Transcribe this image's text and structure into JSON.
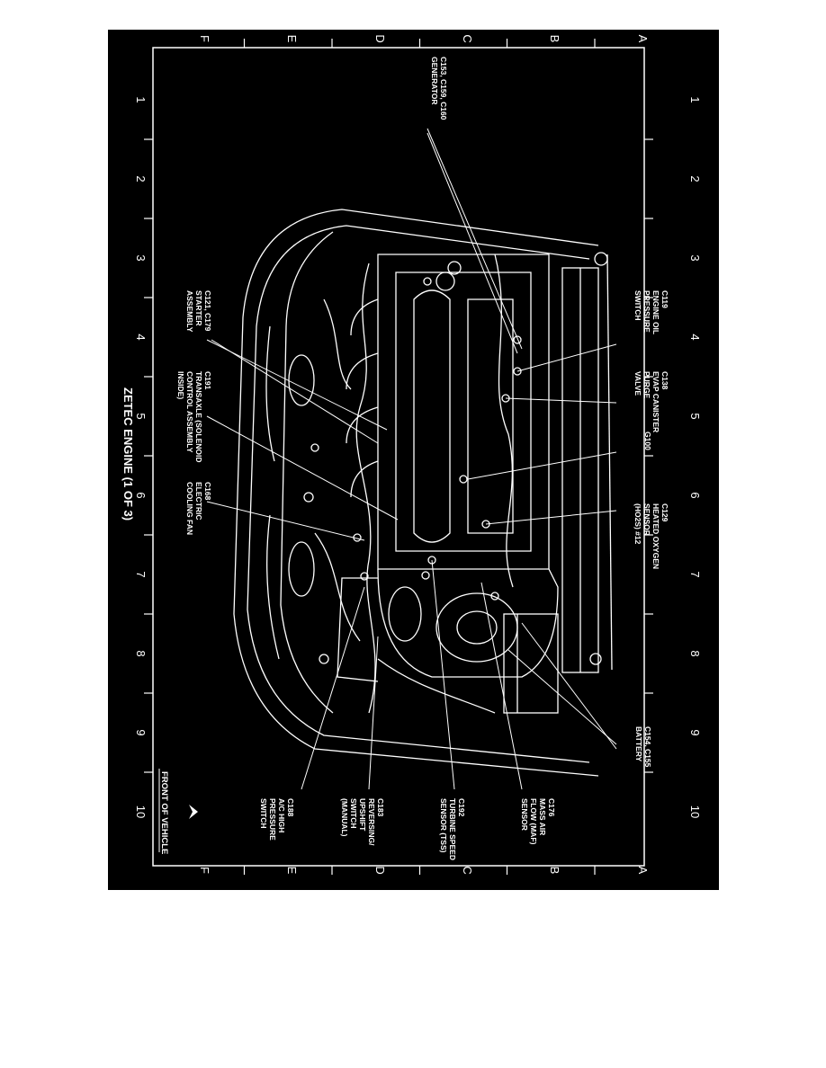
{
  "title": "ZETEC ENGINE (1 OF 3)",
  "front_label": "FRONT OF VEHICLE",
  "grid": {
    "numbers": [
      "1",
      "2",
      "3",
      "4",
      "5",
      "6",
      "7",
      "8",
      "9",
      "10"
    ],
    "letters": [
      "A",
      "B",
      "C",
      "D",
      "E",
      "F"
    ]
  },
  "components": [
    {
      "id": "generator",
      "lines": [
        "C153, C159, C160",
        "GENERATOR"
      ]
    },
    {
      "id": "oil-pressure",
      "lines": [
        "C119",
        "ENGINE OIL",
        "PRESSURE",
        "SWITCH"
      ]
    },
    {
      "id": "evap",
      "lines": [
        "C138",
        "EVAP CANISTER",
        "PURGE",
        "VALVE"
      ]
    },
    {
      "id": "g100",
      "lines": [
        "G100"
      ]
    },
    {
      "id": "ho2s",
      "lines": [
        "C129",
        "HEATED OXYGEN",
        "SENSOR",
        "(HO2S) #12"
      ]
    },
    {
      "id": "battery",
      "lines": [
        "C154, C155",
        "BATTERY"
      ]
    },
    {
      "id": "starter",
      "lines": [
        "C121, C179",
        "STARTER",
        "ASSEMBLY"
      ]
    },
    {
      "id": "transaxle",
      "lines": [
        "C191",
        "TRANSAXLE (SOLENOID",
        "CONTROL ASSEMBLY",
        "INSIDE)"
      ]
    },
    {
      "id": "fan",
      "lines": [
        "C168",
        "ELECTRIC",
        "COOLING FAN"
      ]
    },
    {
      "id": "maf",
      "lines": [
        "C176",
        "MASS AIR",
        "FLOW (MAF)",
        "SENSOR"
      ]
    },
    {
      "id": "tss",
      "lines": [
        "C192",
        "TURBINE SPEED",
        "SENSOR (TSS)"
      ]
    },
    {
      "id": "reversing",
      "lines": [
        "C183",
        "REVERSING/",
        "UPSHIFT",
        "SWITCH",
        "(MANUAL)"
      ]
    },
    {
      "id": "ac",
      "lines": [
        "C188",
        "A/C HIGH",
        "PRESSURE",
        "SWITCH"
      ]
    }
  ]
}
